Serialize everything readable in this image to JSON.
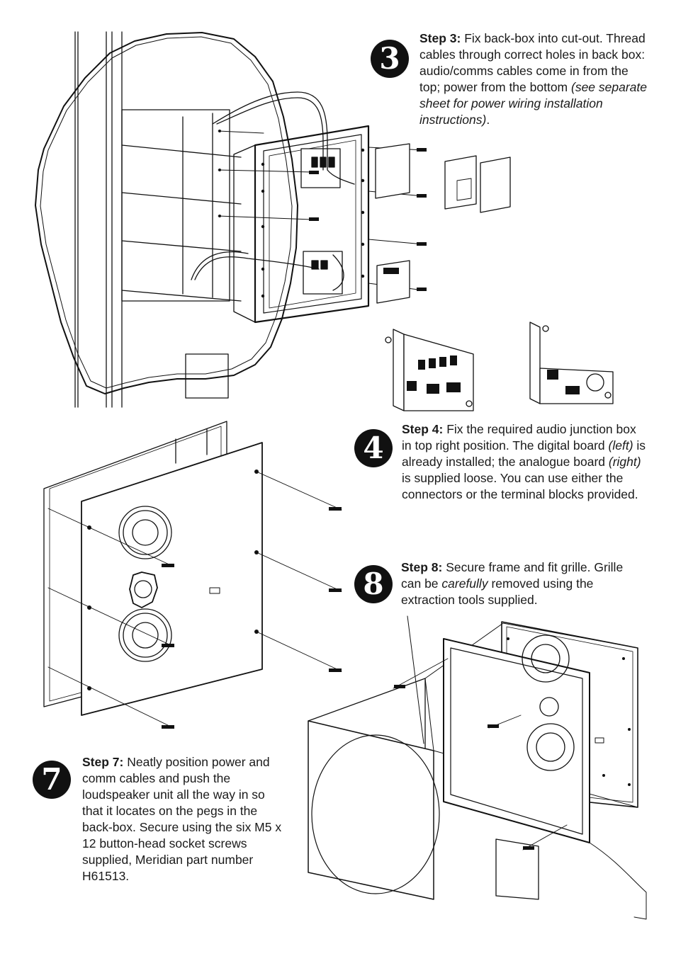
{
  "steps": [
    {
      "id": "step-3",
      "number": "3",
      "label": "Step 3:",
      "text": " Fix back-box into cut-out. Thread cables through correct holes in back box: audio/comms cables come in from the top; power from the bottom ",
      "italic": "(see separate sheet for power wiring installation instructions)",
      "tail": "."
    },
    {
      "id": "step-4",
      "number": "4",
      "label": "Step 4:",
      "parts": [
        {
          "t": " Fix the required audio junction box in top right position. The digital board ",
          "i": false
        },
        {
          "t": "(left)",
          "i": true
        },
        {
          "t": " is already installed; the analogue board ",
          "i": false
        },
        {
          "t": "(right)",
          "i": true
        },
        {
          "t": " is supplied loose. You can use either the connectors or the terminal blocks provided.",
          "i": false
        }
      ]
    },
    {
      "id": "step-8",
      "number": "8",
      "label": "Step 8:",
      "parts": [
        {
          "t": " Secure frame and fit grille. Grille can be ",
          "i": false
        },
        {
          "t": "carefully",
          "i": true
        },
        {
          "t": " removed using the extraction tools supplied.",
          "i": false
        }
      ]
    },
    {
      "id": "step-7",
      "number": "7",
      "label": "Step 7:",
      "text": " Neatly position power and comm cables and push the loudspeaker unit all the way in so that it locates on the pegs in the back-box. Secure using the six M5 x 12 button-head socket screws supplied, Meridian part number H61513."
    }
  ],
  "figures": [
    {
      "name": "back-box-installation-figure",
      "icon": "back-box-in-wall-cutout"
    },
    {
      "name": "audio-junction-boards-figure",
      "icon": "digital-and-analogue-junction-boards"
    },
    {
      "name": "loudspeaker-unit-mounting-figure",
      "icon": "speaker-panel-with-screws"
    },
    {
      "name": "frame-and-grille-figure",
      "icon": "frame-grille-assembly"
    }
  ],
  "colors": {
    "ink": "#111111",
    "paper": "#ffffff",
    "shade": "#e6e6e6"
  }
}
